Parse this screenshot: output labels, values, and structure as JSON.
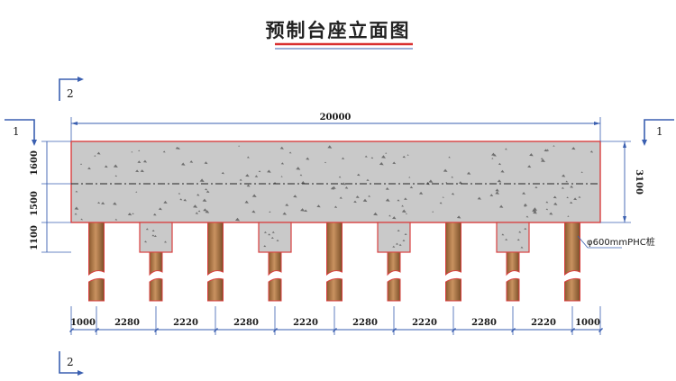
{
  "title": "预制台座立面图",
  "section_marks": {
    "section_1": "1",
    "section_2": "2"
  },
  "dimensions": {
    "total_width": "20000",
    "height_total": "3100",
    "heights_left": [
      "1600",
      "1500",
      "1100"
    ],
    "spacings": [
      "1000",
      "2280",
      "2220",
      "2280",
      "2220",
      "2280",
      "2220",
      "2280",
      "2220",
      "1000"
    ]
  },
  "pile_label": "φ600mmPHC桩",
  "colors": {
    "concrete": "#c9c9c9",
    "outline": "#d94040",
    "pile": "#b07a45",
    "dimension_line": "#3a5fb0",
    "title_underline_red": "#d93030",
    "title_underline_blue": "#3a5fb0"
  }
}
